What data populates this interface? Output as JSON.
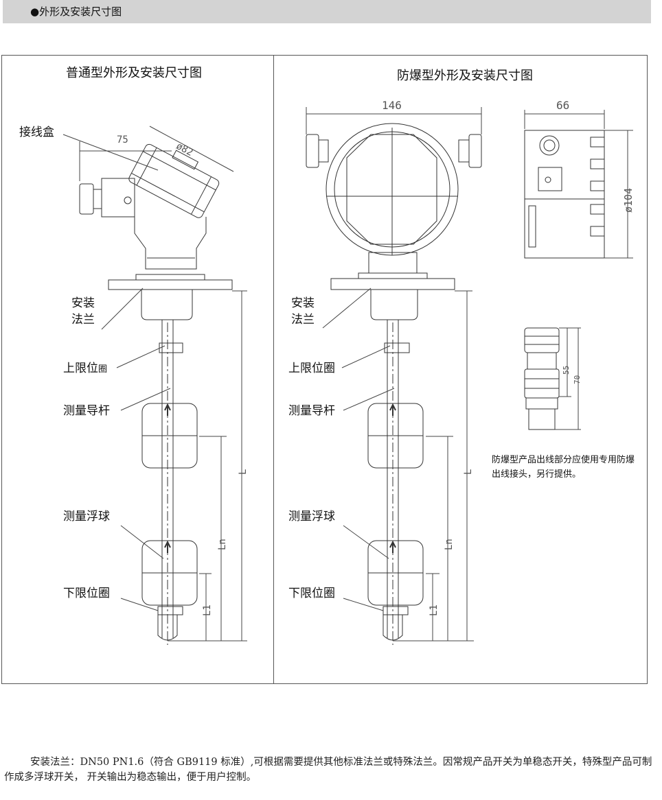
{
  "header": {
    "title": "●外形及安装尺寸图"
  },
  "left": {
    "title": "普通型外形及安装尺寸图",
    "labels": {
      "junction_box": "接线盒",
      "flange": "安装\n法兰",
      "upper_limit": "上限位",
      "upper_limit_small": "圈",
      "guide_rod": "测量导杆",
      "float": "测量浮球",
      "lower_limit": "下限位圈"
    },
    "dims": {
      "d75": "75",
      "d82": "ø82",
      "L": "L",
      "Ln": "Ln",
      "L1": "L1"
    }
  },
  "right": {
    "title": "防爆型外形及安装尺寸图",
    "labels": {
      "flange": "安装\n法兰",
      "upper_limit": "上限位圈",
      "guide_rod": "测量导杆",
      "float": "测量浮球",
      "lower_limit": "下限位圈"
    },
    "dims": {
      "d146": "146",
      "d66": "66",
      "d104": "ø104",
      "d55": "55",
      "d70": "70",
      "L": "L",
      "Ln": "Ln",
      "L1": "L1"
    },
    "note": "防爆型产品出线部分应使用专用防爆出线接头，另行提供。"
  },
  "footer": {
    "text": "安装法兰：DN50  PN1.6（符合 GB9119 标准）,可根据需要提供其他标准法兰或特殊法兰。因常规产品开关为单稳态开关，特殊型产品可制作成多浮球开关，  开关输出为稳态输出，便于用户控制。"
  },
  "colors": {
    "line": "#333333",
    "header_bg": "#d3d3d3"
  }
}
